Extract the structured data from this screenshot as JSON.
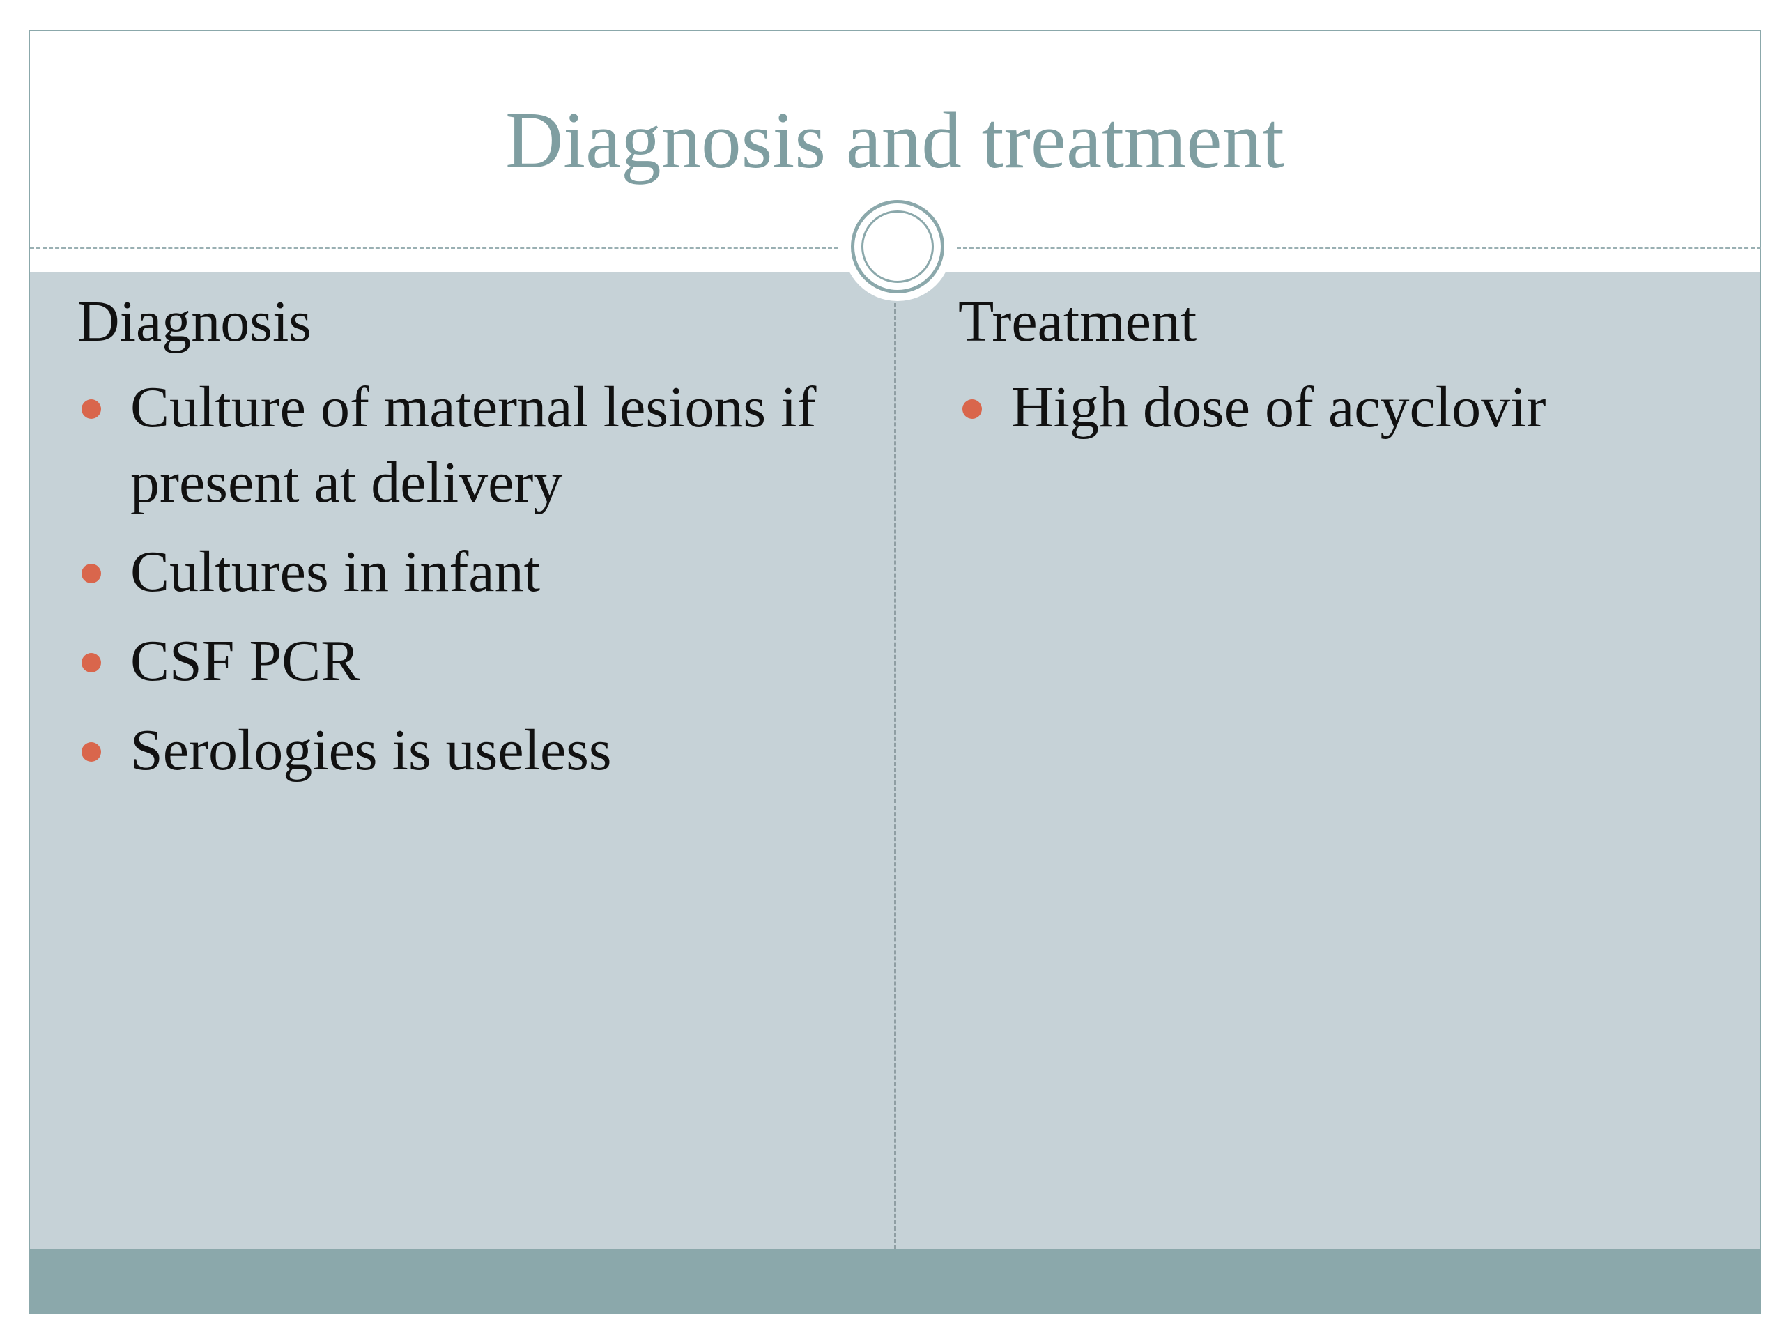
{
  "slide": {
    "title": "Diagnosis and treatment",
    "colors": {
      "title": "#7f9ea1",
      "content_background": "#c6d2d7",
      "footer_bar": "#8ba8ab",
      "bullet": "#d9664c"
    },
    "left_column": {
      "heading": "Diagnosis",
      "bullets": [
        "Culture of maternal lesions if present at delivery",
        "Cultures in infant",
        "CSF PCR",
        "Serologies is useless"
      ]
    },
    "right_column": {
      "heading": "Treatment",
      "bullets": [
        "High dose of acyclovir"
      ]
    }
  }
}
